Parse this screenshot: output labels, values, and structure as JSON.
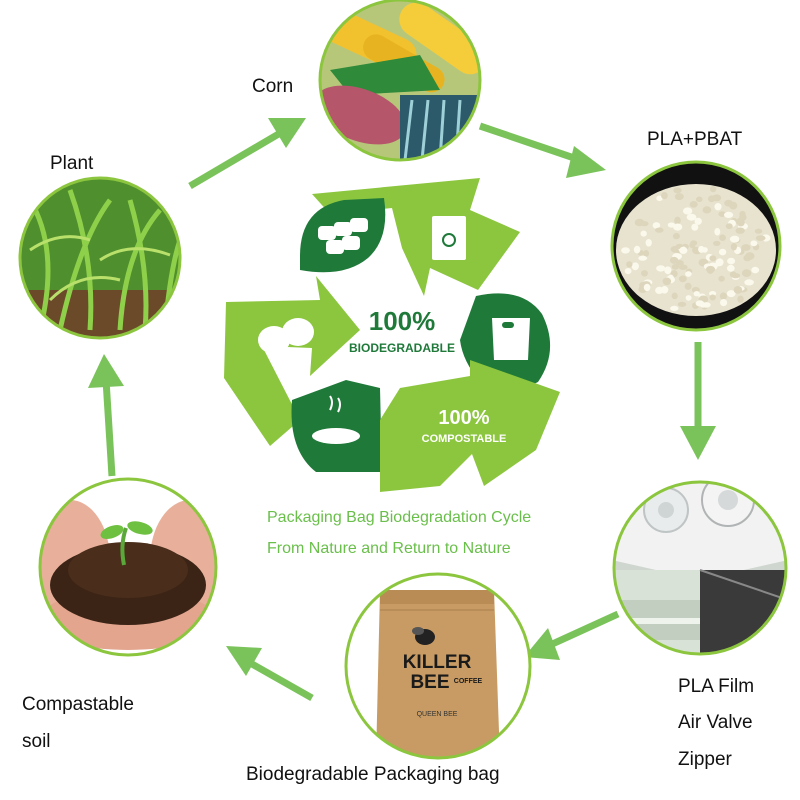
{
  "labels": {
    "corn": "Corn",
    "plant": "Plant",
    "pla_pbat": "PLA+PBAT",
    "pla_film": "PLA Film",
    "air_valve": "Air Valve",
    "zipper": "Zipper",
    "compostable_soil_line1": "Compastable",
    "compostable_soil_line2": "soil",
    "bag": "Biodegradable Packaging bag"
  },
  "center": {
    "biodegradable_pct": "100%",
    "biodegradable_word": "BIODEGRADABLE",
    "compostable_pct": "100%",
    "compostable_word": "COMPOSTABLE"
  },
  "caption": {
    "line1": "Packaging Bag Biodegradation Cycle",
    "line2": "From Nature and Return to Nature"
  },
  "bag_print": {
    "brand_line1": "KILLER",
    "brand_line2": "BEE",
    "brand_sub": "COFFEE",
    "variant": "QUEEN BEE"
  },
  "colors": {
    "arrow_green": "#7ac35a",
    "dark_green": "#1f7a3a",
    "light_green": "#8cc63f",
    "caption_green": "#6abf4b"
  }
}
